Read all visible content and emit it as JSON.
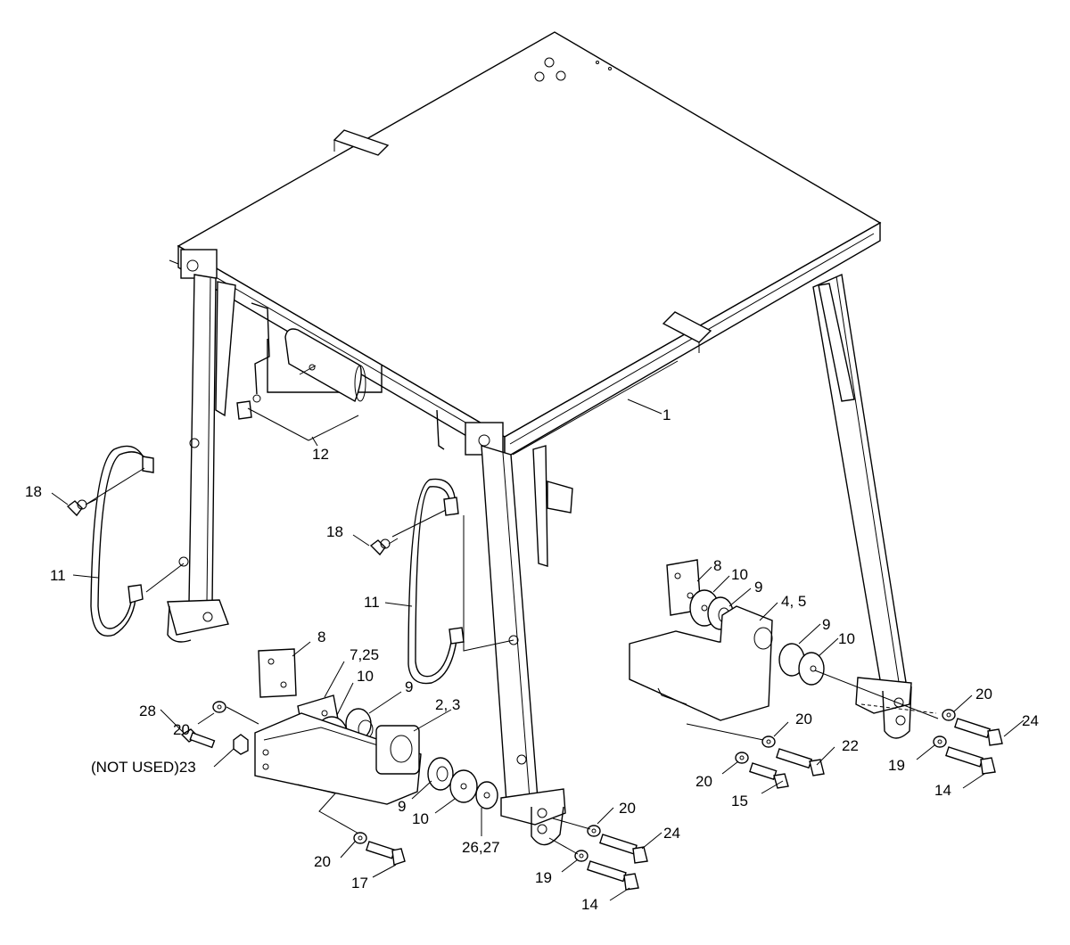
{
  "callouts": [
    {
      "id": "c1",
      "text": "1"
    },
    {
      "id": "c12",
      "text": "12"
    },
    {
      "id": "c18a",
      "text": "18"
    },
    {
      "id": "c18b",
      "text": "18"
    },
    {
      "id": "c11a",
      "text": "11"
    },
    {
      "id": "c11b",
      "text": "11"
    },
    {
      "id": "c8a",
      "text": "8"
    },
    {
      "id": "c725",
      "text": "7,25"
    },
    {
      "id": "c10a",
      "text": "10"
    },
    {
      "id": "c9a",
      "text": "9"
    },
    {
      "id": "c23",
      "text": "2, 3"
    },
    {
      "id": "c28",
      "text": "28"
    },
    {
      "id": "c20a",
      "text": "20"
    },
    {
      "id": "cNU",
      "text": "(NOT USED)23"
    },
    {
      "id": "c9b",
      "text": "9"
    },
    {
      "id": "c10b",
      "text": "10"
    },
    {
      "id": "c2627",
      "text": "26,27"
    },
    {
      "id": "c20b",
      "text": "20"
    },
    {
      "id": "c17",
      "text": "17"
    },
    {
      "id": "c20c",
      "text": "20"
    },
    {
      "id": "c24a",
      "text": "24"
    },
    {
      "id": "c19a",
      "text": "19"
    },
    {
      "id": "c14a",
      "text": "14"
    },
    {
      "id": "c8b",
      "text": "8"
    },
    {
      "id": "c10c",
      "text": "10"
    },
    {
      "id": "c9c",
      "text": "9"
    },
    {
      "id": "c45",
      "text": "4, 5"
    },
    {
      "id": "c9d",
      "text": "9"
    },
    {
      "id": "c10d",
      "text": "10"
    },
    {
      "id": "c20d",
      "text": "20"
    },
    {
      "id": "c22",
      "text": "22"
    },
    {
      "id": "c20e",
      "text": "20"
    },
    {
      "id": "c15",
      "text": "15"
    },
    {
      "id": "c20f",
      "text": "20"
    },
    {
      "id": "c24b",
      "text": "24"
    },
    {
      "id": "c19b",
      "text": "19"
    },
    {
      "id": "c14b",
      "text": "14"
    }
  ]
}
